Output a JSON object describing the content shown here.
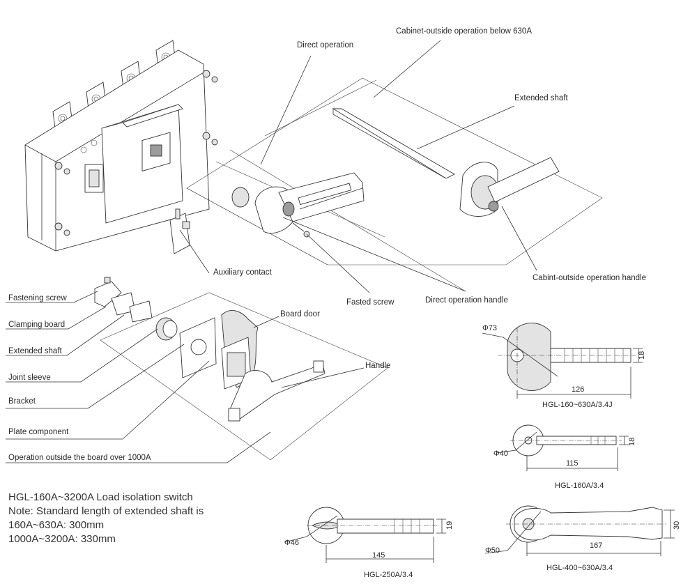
{
  "labels": {
    "cabinet_outside_operation": "Cabinet-outside operation below 630A",
    "direct_operation": "Direct operation",
    "extended_shaft_top": "Extended shaft",
    "auxiliary_contact": "Auxiliary contact",
    "fasted_screw": "Fasted screw",
    "direct_operation_handle": "Direct operation handle",
    "cabint_outside_operation_handle": "Cabint-outside operation handle",
    "fastening_screw": "Fastening screw",
    "clamping_board": "Clamping board",
    "extended_shaft_left": "Extended shaft",
    "joint_sleeve": "Joint sleeve",
    "bracket": "Bracket",
    "plate_component": "Plate component",
    "operation_outside_board": "Operation outside the board over 1000A",
    "board_door": "Board door",
    "handle": "Handle"
  },
  "note": {
    "line1": "HGL-160A~3200A Load isolation switch",
    "line2": "Note: Standard length of extended shaft is",
    "line3": "160A~630A: 300mm",
    "line4": "1000A~3200A: 330mm"
  },
  "handles": {
    "h1": {
      "diameter": "Φ73",
      "length": "126",
      "width": "18",
      "model": "HGL-160~630A/3.4J"
    },
    "h2": {
      "diameter": "Φ40",
      "length": "115",
      "width": "18",
      "model": "HGL-160A/3.4"
    },
    "h3": {
      "diameter": "Φ46",
      "length": "145",
      "width": "19",
      "model": "HGL-250A/3.4"
    },
    "h4": {
      "diameter": "Φ50",
      "length": "167",
      "width": "30",
      "model": "HGL-400~630A/3.4"
    }
  }
}
